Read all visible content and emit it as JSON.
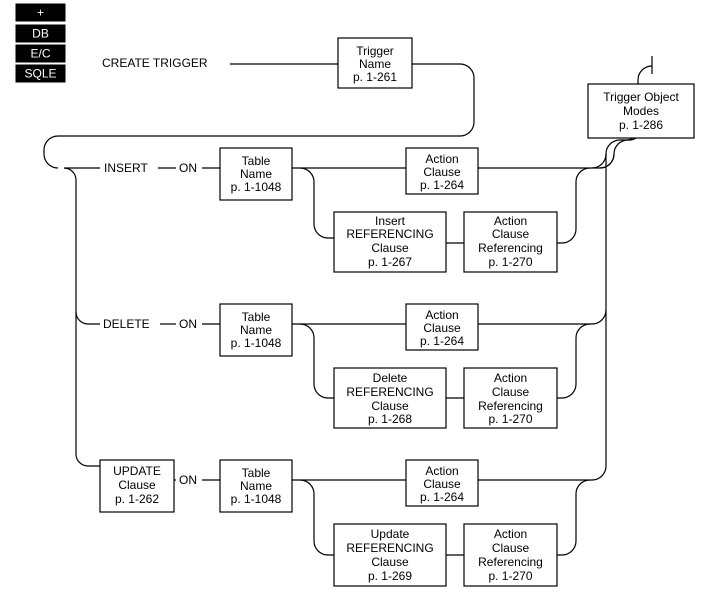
{
  "badges": [
    "+",
    "DB",
    "E/C",
    "SQLE"
  ],
  "keywords": {
    "create_trigger": "CREATE TRIGGER",
    "insert": "INSERT",
    "delete": "DELETE",
    "on": "ON"
  },
  "boxes": {
    "trigger_name": [
      "Trigger",
      "Name",
      "p. 1-261"
    ],
    "trigger_object_modes": [
      "Trigger Object",
      "Modes",
      "p. 1-286"
    ],
    "table_name": [
      "Table",
      "Name",
      "p. 1-1048"
    ],
    "action_clause": [
      "Action",
      "Clause",
      "p. 1-264"
    ],
    "insert_referencing": [
      "Insert",
      "REFERENCING",
      "Clause",
      "p. 1-267"
    ],
    "delete_referencing": [
      "Delete",
      "REFERENCING",
      "Clause",
      "p. 1-268"
    ],
    "update_referencing": [
      "Update",
      "REFERENCING",
      "Clause",
      "p. 1-269"
    ],
    "action_clause_referencing": [
      "Action",
      "Clause",
      "Referencing",
      "p. 1-270"
    ],
    "update_clause": [
      "UPDATE",
      "Clause",
      "p. 1-262"
    ]
  }
}
